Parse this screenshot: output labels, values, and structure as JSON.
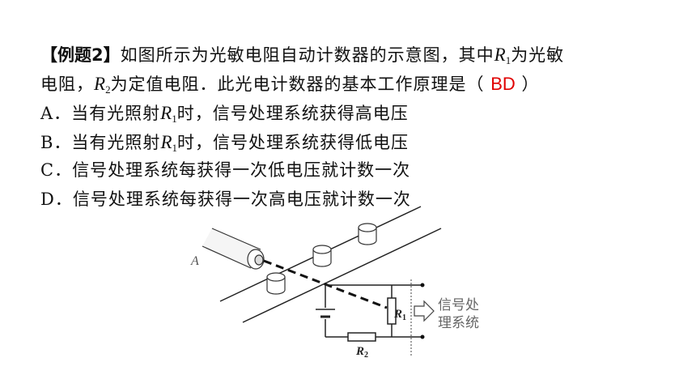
{
  "question": {
    "tag": "【例题2】",
    "line1_a": "如图所示为光敏电阻自动计数器的示意图，其中",
    "r1_letter": "R",
    "r1_sub": "1",
    "line1_b": "为光敏",
    "line2_a": "电阻，",
    "r2_letter": "R",
    "r2_sub": "2",
    "line2_b": "为定值电阻．此光电计数器的基本工作原理是（ ",
    "answer": "BD",
    "line2_c": " ）"
  },
  "options": {
    "a_prefix": "A．当有光照射",
    "a_suffix": "时，信号处理系统获得高电压",
    "b_prefix": "B．当有光照射",
    "b_suffix": "时，信号处理系统获得低电压",
    "c_text": "C．信号处理系统每获得一次低电压就计数一次",
    "d_text": "D．信号处理系统每获得一次高电压就计数一次",
    "r_letter": "R",
    "r_sub": "1"
  },
  "figure": {
    "label_a": "A",
    "label_r1": "R",
    "label_r1_sub": "1",
    "label_r2": "R",
    "label_r2_sub": "2",
    "signal_line1": "信号处",
    "signal_line2": "理系统"
  },
  "colors": {
    "answer": "#e00000",
    "text": "#111111"
  }
}
